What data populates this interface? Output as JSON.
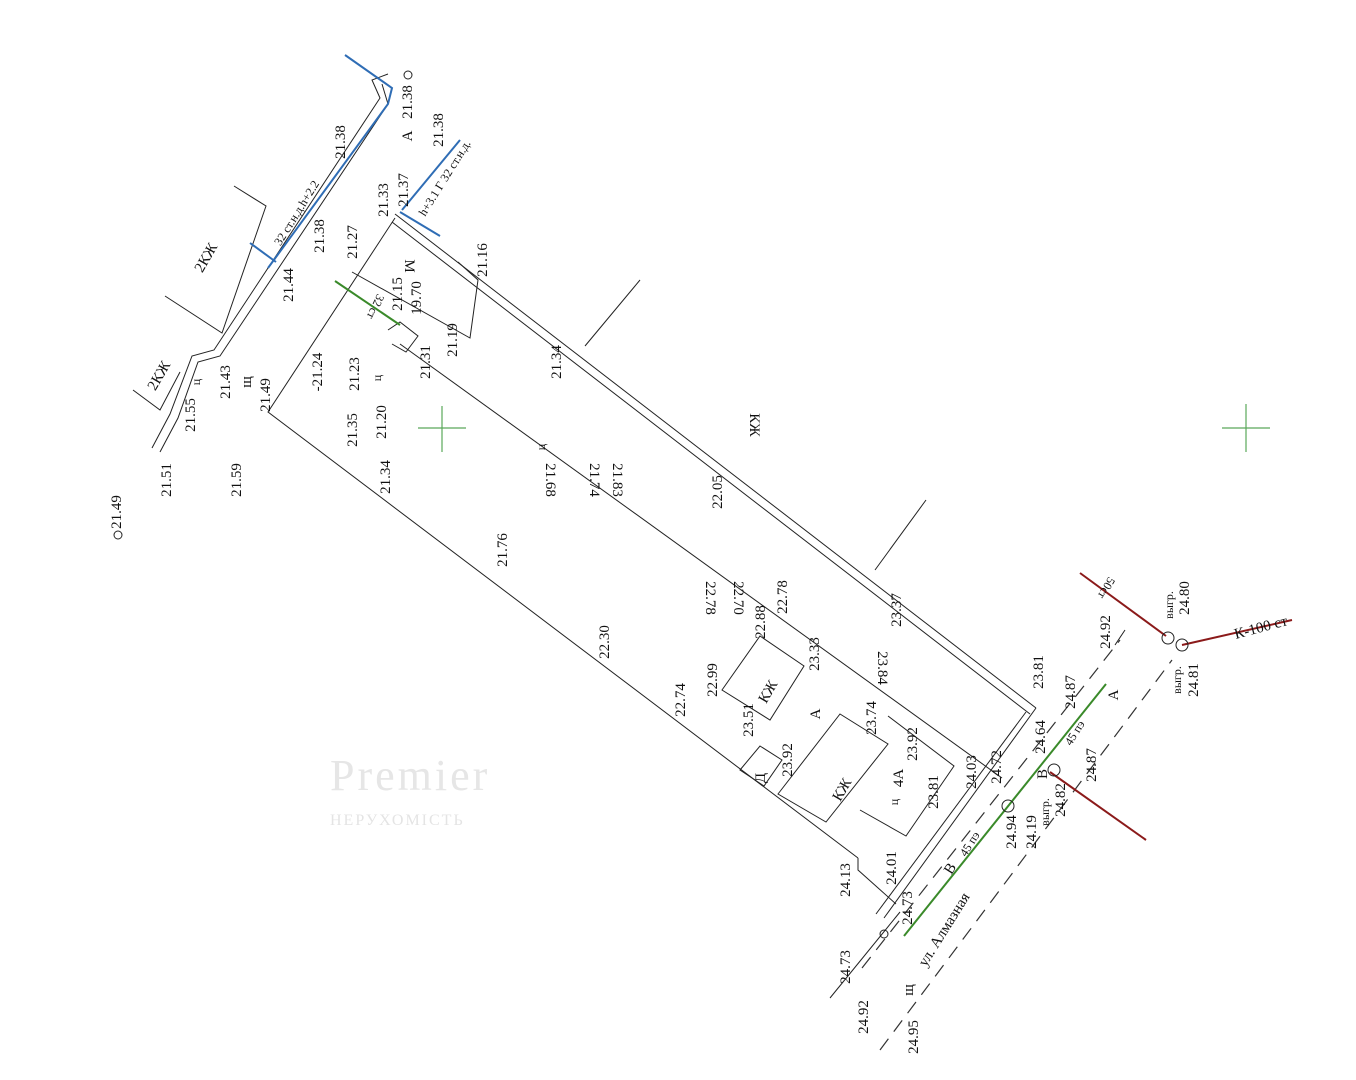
{
  "colors": {
    "water": "#2f6db5",
    "gas": "#3a8a2a",
    "sewer": "#8b1a1a",
    "grid": "#5aa85a",
    "line": "#222222"
  },
  "watermark": {
    "title": "Premier",
    "subtitle": "НЕРУХОМІСТЬ"
  },
  "labels": [
    "21.38",
    "А",
    "21.38",
    "h+3.1 Г 32 ст.н.д.",
    "21.37",
    "21.33",
    "21.38",
    "32 ст.н.д.h+2.2",
    "21.38",
    "21.27",
    "21.44",
    "21.16",
    "М",
    "21.15",
    "19.70",
    "32 ст",
    "21.19",
    "2КЖ",
    "2КЖ",
    "ц",
    "21.43",
    "щ",
    "21.49",
    "21.55",
    "21.51",
    "21.49",
    "21.59",
    "-21.24",
    "21.23",
    "ц",
    "21.31",
    "21.35",
    "21.20",
    "21.34",
    "21.34",
    "КЖ",
    "ц",
    "21.68",
    "21.74",
    "21.83",
    "22.05",
    "21.76",
    "22.78",
    "22.70",
    "22.78",
    "22.88",
    "23.37",
    "22.30",
    "22.99",
    "КЖ",
    "23.33",
    "23.51",
    "А",
    "22.74",
    "23.74",
    "23.84",
    "23.92",
    "23.92",
    "Д",
    "КЖ",
    "4А",
    "ц",
    "23.81",
    "24.03",
    "24.72",
    "23.81",
    "24.87",
    "24.64",
    "45 пэ",
    "А",
    "24.92",
    "50ст",
    "выгр.",
    "24.80",
    "К-100 ст",
    "выгр.",
    "24.81",
    "24.87",
    "выгр.",
    "24.82",
    "24.94",
    "24.19",
    "45 пэ",
    "В",
    "24.01",
    "24.13",
    "24.73",
    "ул. Алмазная",
    "24.73",
    "щ",
    "24.92",
    "24.95",
    "В"
  ]
}
